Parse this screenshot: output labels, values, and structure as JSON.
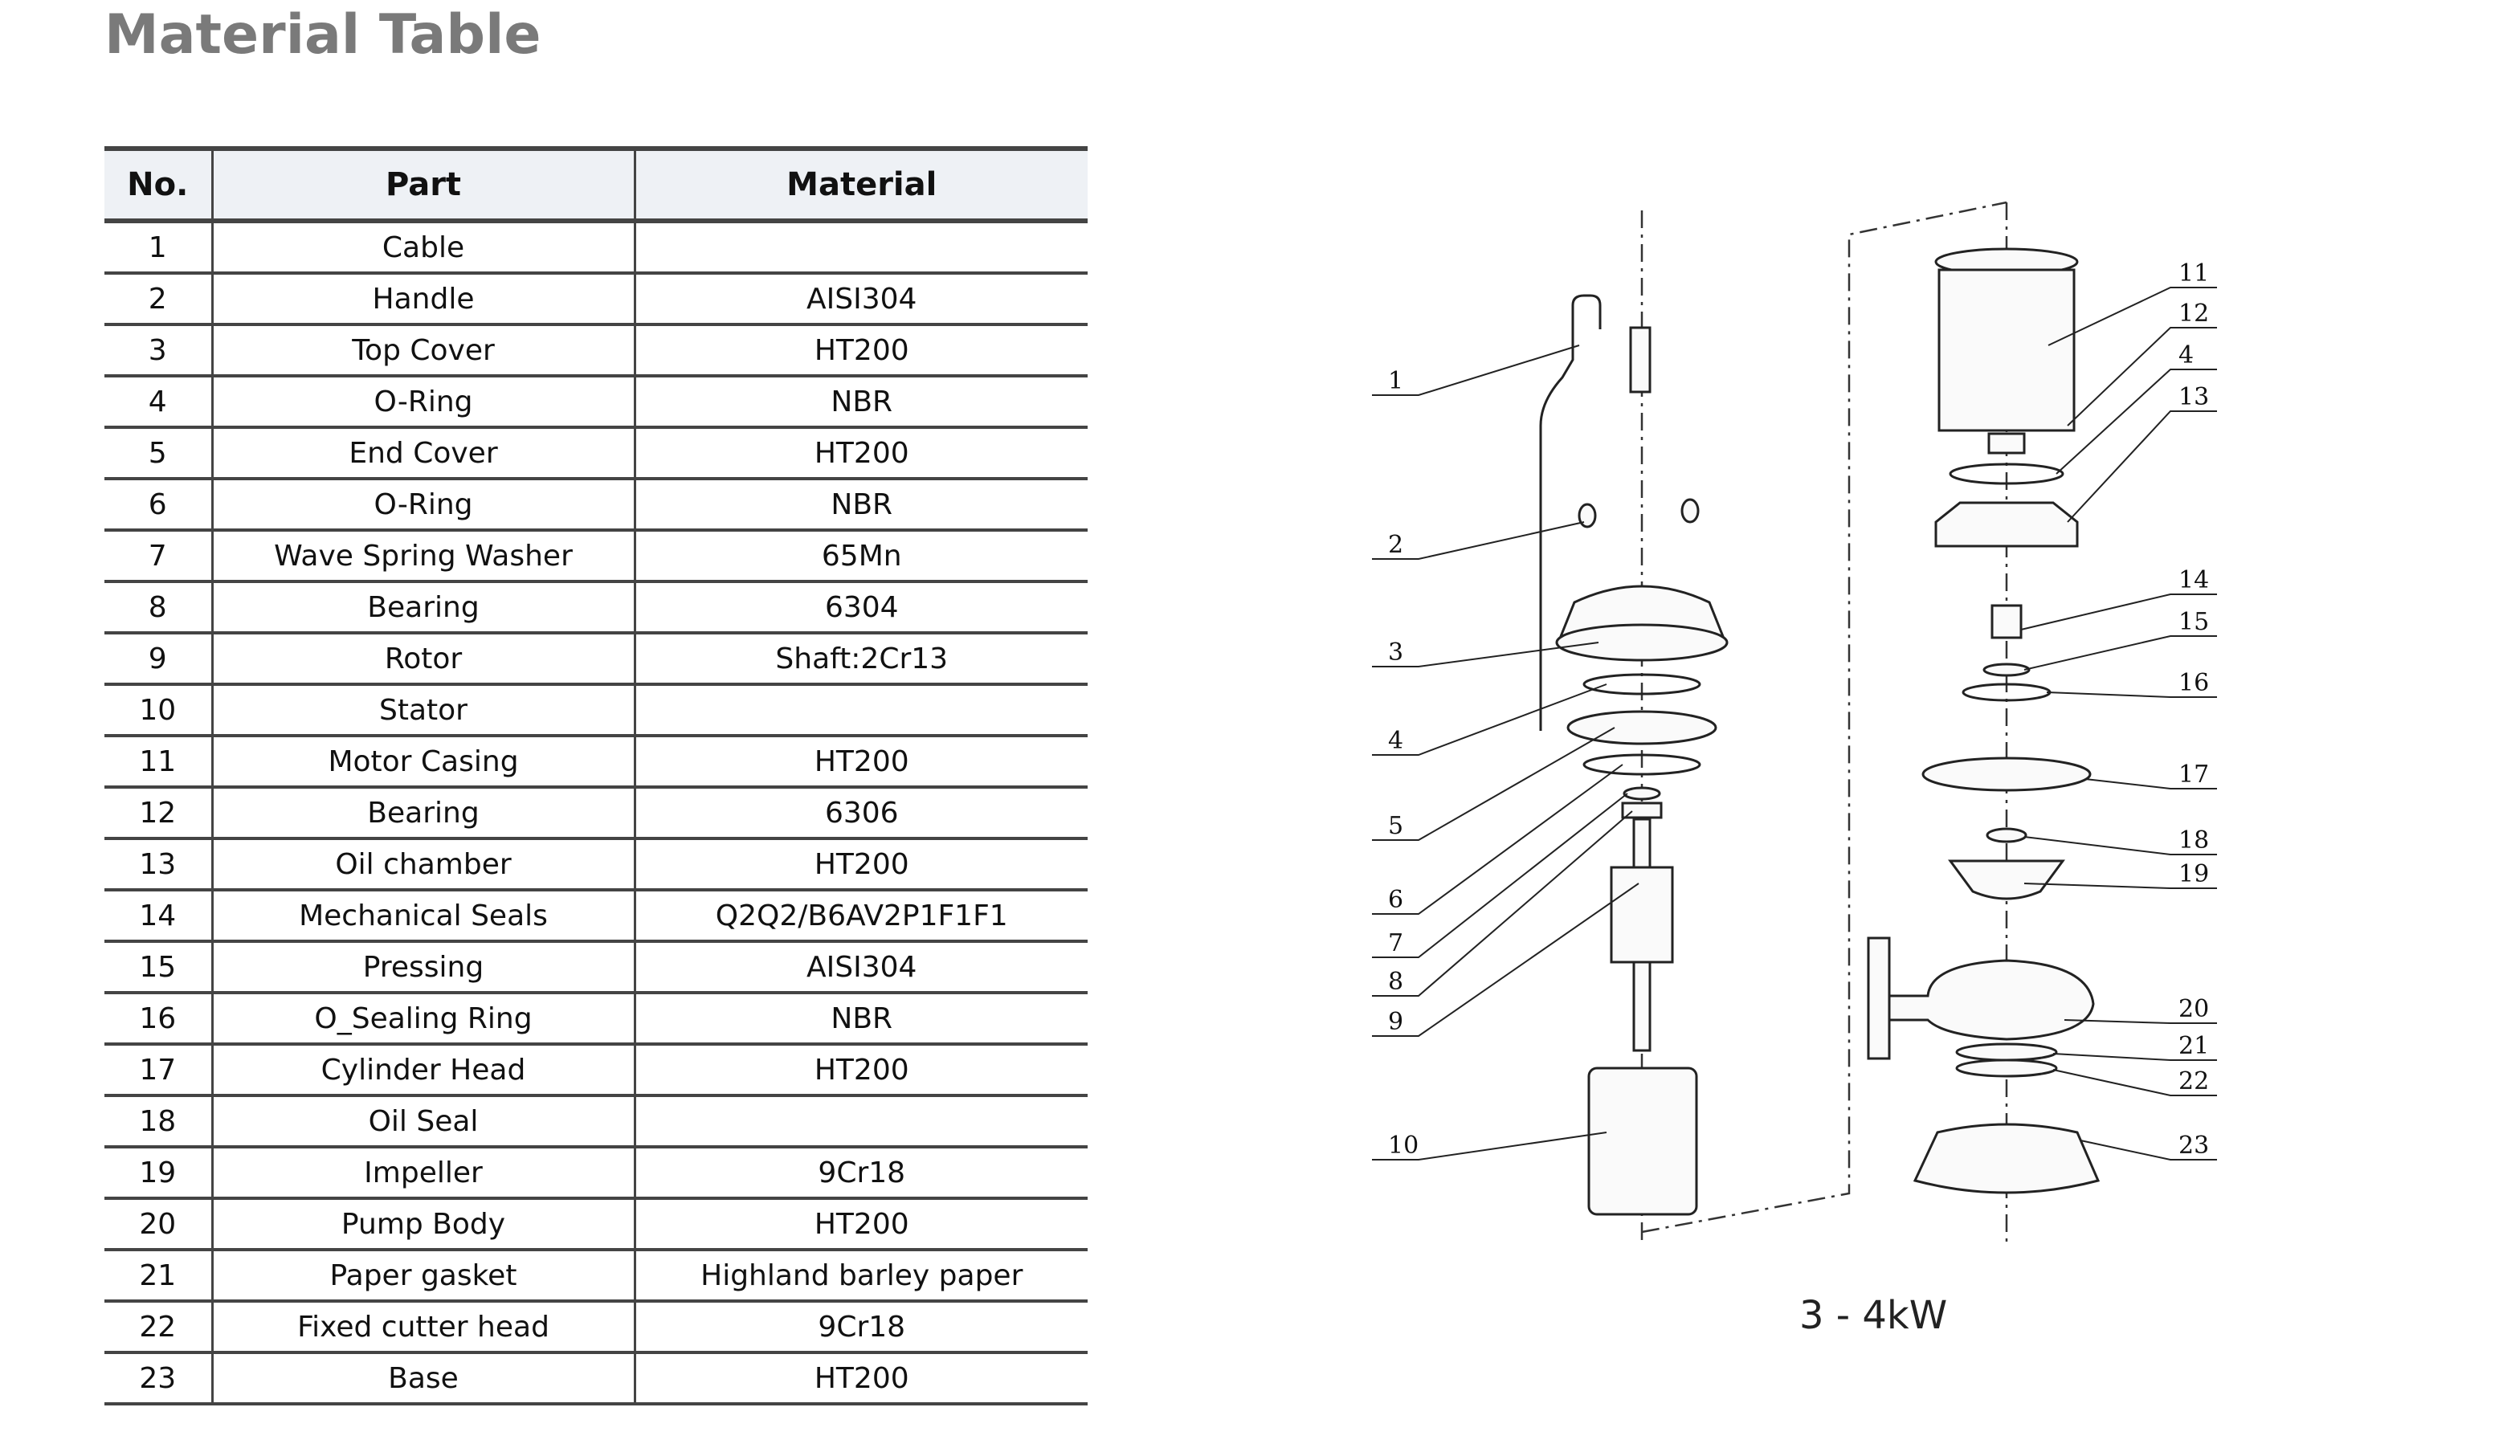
{
  "title": "Material Table",
  "table": {
    "headers": [
      "No.",
      "Part",
      "Material"
    ],
    "rows": [
      [
        "1",
        "Cable",
        ""
      ],
      [
        "2",
        "Handle",
        "AISI304"
      ],
      [
        "3",
        "Top Cover",
        "HT200"
      ],
      [
        "4",
        "O-Ring",
        "NBR"
      ],
      [
        "5",
        "End Cover",
        "HT200"
      ],
      [
        "6",
        "O-Ring",
        "NBR"
      ],
      [
        "7",
        "Wave Spring Washer",
        "65Mn"
      ],
      [
        "8",
        "Bearing",
        "6304"
      ],
      [
        "9",
        "Rotor",
        "Shaft:2Cr13"
      ],
      [
        "10",
        "Stator",
        ""
      ],
      [
        "11",
        "Motor Casing",
        "HT200"
      ],
      [
        "12",
        "Bearing",
        "6306"
      ],
      [
        "13",
        "Oil chamber",
        "HT200"
      ],
      [
        "14",
        "Mechanical Seals",
        "Q2Q2/B6AV2P1F1F1"
      ],
      [
        "15",
        "Pressing",
        "AISI304"
      ],
      [
        "16",
        "O_Sealing Ring",
        "NBR"
      ],
      [
        "17",
        "Cylinder Head",
        "HT200"
      ],
      [
        "18",
        "Oil Seal",
        ""
      ],
      [
        "19",
        "Impeller",
        "9Cr18"
      ],
      [
        "20",
        "Pump Body",
        "HT200"
      ],
      [
        "21",
        "Paper gasket",
        "Highland barley paper"
      ],
      [
        "22",
        "Fixed cutter head",
        "9Cr18"
      ],
      [
        "23",
        "Base",
        "HT200"
      ]
    ]
  },
  "diagram": {
    "caption": "3 - 4kW",
    "left_labels": [
      "1",
      "2",
      "3",
      "4",
      "5",
      "6",
      "7",
      "8",
      "9",
      "10"
    ],
    "right_labels": [
      "11",
      "12",
      "4",
      "13",
      "14",
      "15",
      "16",
      "17",
      "18",
      "19",
      "20",
      "21",
      "22",
      "23"
    ]
  }
}
